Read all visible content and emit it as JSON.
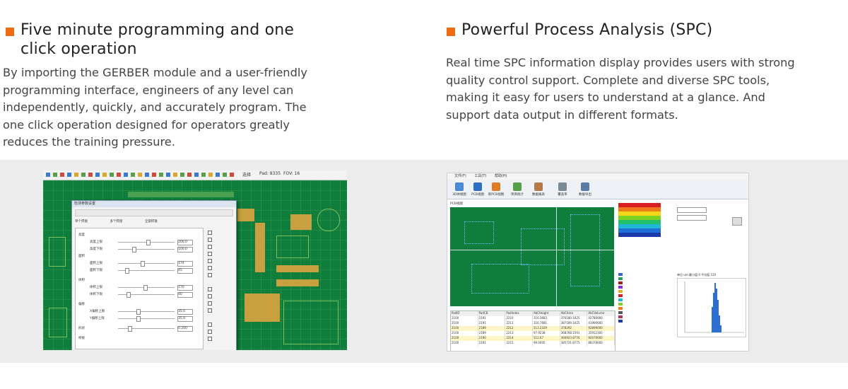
{
  "left": {
    "heading_line1": "Five minute programming and one",
    "heading_line2": "click operation",
    "body_lines": [
      "By importing the GERBER module and a user-friendly",
      "programming interface, engineers of any level can",
      "independently, quickly, and accurately program. The",
      "one click operation designed for operators greatly",
      "reduces the training pressure."
    ],
    "screenshot": {
      "toolbar_text1": "选择",
      "toolbar_text2": "Pad: 8335",
      "toolbar_text3": "FOV: 16",
      "dialog_title": "检测参数设置",
      "dialog_row1": "单个焊盘",
      "dialog_row2": "多个焊盘",
      "dialog_row3": "全部焊盘",
      "dialog_rows": [
        "高度",
        "高度上限",
        "高度下限",
        "面积",
        "面积上限",
        "面积下限",
        "体积",
        "体积上限",
        "体积下限",
        "偏移",
        "X偏移上限",
        "Y偏移上限",
        "形状",
        "桥接"
      ],
      "dialog_values": [
        "200.0",
        "100.0",
        "174",
        "45",
        "170",
        "40",
        "35.0",
        "35.0",
        "0.200"
      ]
    }
  },
  "right": {
    "heading": "Powerful Process Analysis (SPC)",
    "body_lines": [
      "Real time SPC information display provides users with strong",
      "quality control support. Complete and diverse SPC tools,",
      "making it easy for users to understand at a glance. And",
      "support data output in different formats."
    ],
    "screenshot": {
      "menu": [
        "文件(F)",
        "工具(T)",
        "帮助(H)"
      ],
      "toolbar": [
        "3D体视图",
        "PCB视图",
        "新PCB视图",
        "项目统计",
        "数据报表",
        "覆盖率",
        "数据导出"
      ],
      "map_title": "PCB视图",
      "table_header": [
        "PadID",
        "PadCB",
        "PadIndex",
        "AbCHeight",
        "AbCArea",
        "AbCVolume"
      ],
      "table_rows": [
        [
          "2100",
          "2191",
          "2210",
          "316.3683",
          "376180.1025",
          "42780000"
        ],
        [
          "2100",
          "2191",
          "2211",
          "316.7681",
          "387189.1025",
          "41990000"
        ],
        [
          "2100",
          "2189",
          "2212",
          "513.2329",
          "378292",
          "92899000"
        ],
        [
          "2100",
          "2189",
          "2213",
          "97.9238",
          "368768.1591",
          "35912300"
        ],
        [
          "2100",
          "2190",
          "2214",
          "512.67",
          "360923.8776",
          "92079000"
        ],
        [
          "2100",
          "2191",
          "2215",
          "99.0045",
          "385721.8775",
          "88378000"
        ]
      ],
      "hist_title": "单位:um 最小值 0 平均值 120"
    }
  }
}
